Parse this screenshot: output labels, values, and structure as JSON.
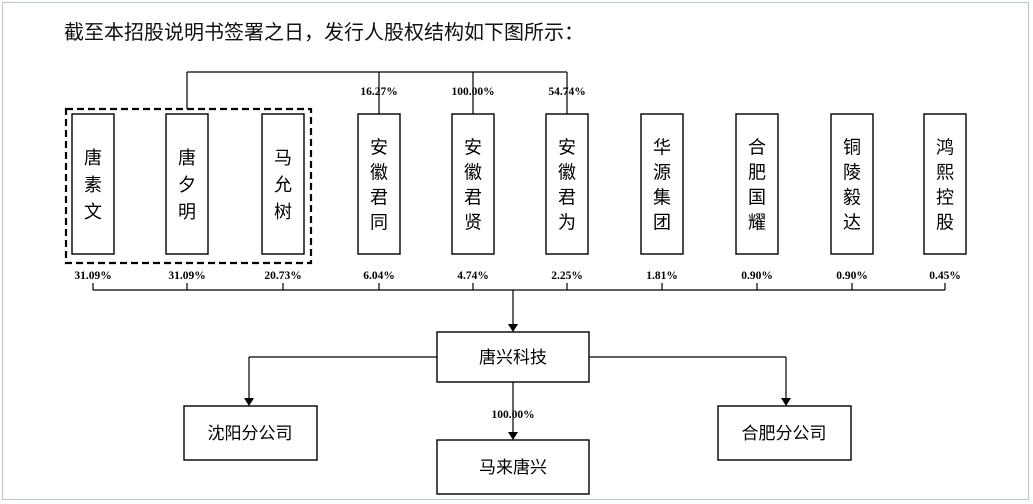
{
  "intro_text": "截至本招股说明书签署之日，发行人股权结构如下图所示：",
  "shareholders": [
    {
      "id": "tang-suwen",
      "chars": [
        "唐",
        "素",
        "文"
      ],
      "stake": "31.09%"
    },
    {
      "id": "tang-ximing",
      "chars": [
        "唐",
        "夕",
        "明"
      ],
      "stake": "31.09%"
    },
    {
      "id": "ma-yunshu",
      "chars": [
        "马",
        "允",
        "树"
      ],
      "stake": "20.73%"
    },
    {
      "id": "anhui-juntong",
      "chars": [
        "安",
        "徽",
        "君",
        "同"
      ],
      "stake": "6.04%"
    },
    {
      "id": "anhui-junxian",
      "chars": [
        "安",
        "徽",
        "君",
        "贤"
      ],
      "stake": "4.74%"
    },
    {
      "id": "anhui-junwei",
      "chars": [
        "安",
        "徽",
        "君",
        "为"
      ],
      "stake": "2.25%"
    },
    {
      "id": "huayuan-group",
      "chars": [
        "华",
        "源",
        "集",
        "团"
      ],
      "stake": "1.81%"
    },
    {
      "id": "hefei-guoyao",
      "chars": [
        "合",
        "肥",
        "国",
        "耀"
      ],
      "stake": "0.90%"
    },
    {
      "id": "tongling-yida",
      "chars": [
        "铜",
        "陵",
        "毅",
        "达"
      ],
      "stake": "0.90%"
    },
    {
      "id": "hongxi-konggu",
      "chars": [
        "鸿",
        "熙",
        "控",
        "股"
      ],
      "stake": "0.45%"
    }
  ],
  "partnership_stakes": [
    "16.27%",
    "100.00%",
    "54.74%"
  ],
  "company": {
    "name": "唐兴科技"
  },
  "subsidiaries": {
    "shenyang": "沈阳分公司",
    "malai": "马来唐兴",
    "malai_stake": "100.00%",
    "hefei": "合肥分公司"
  }
}
